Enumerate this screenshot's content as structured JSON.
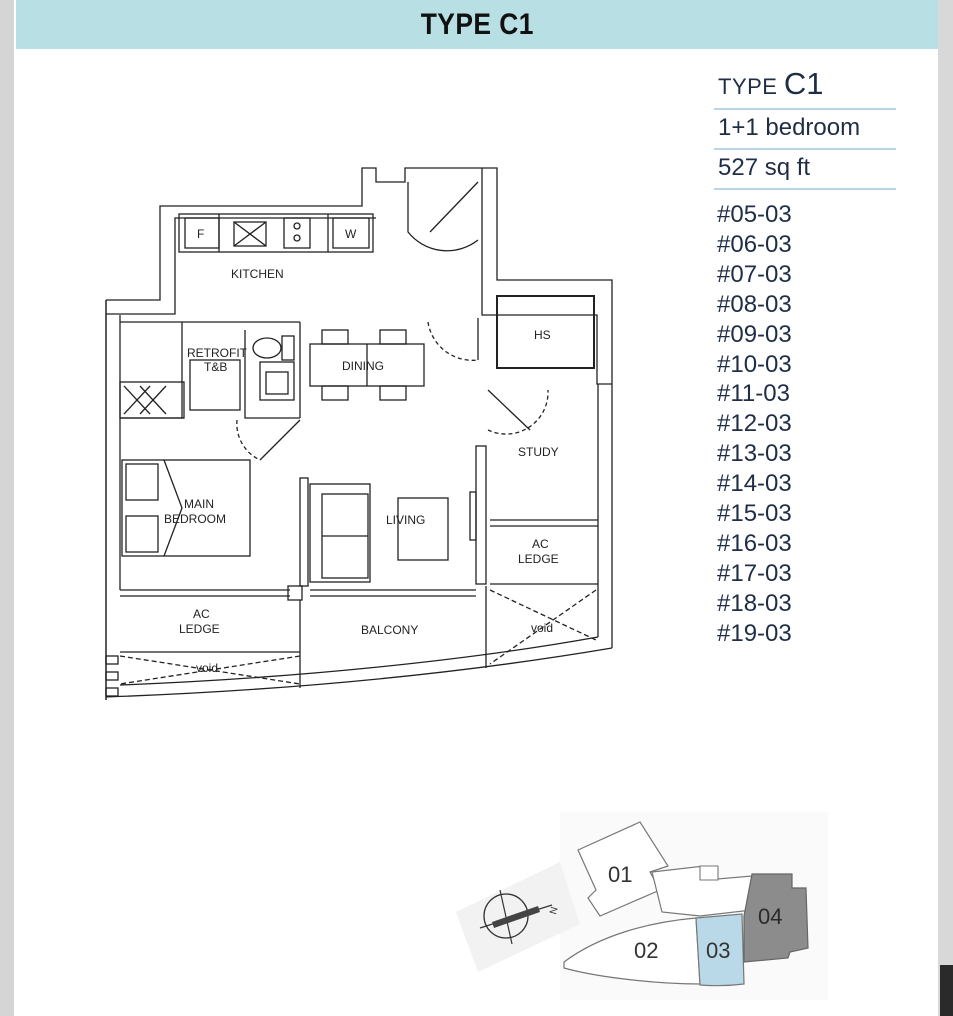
{
  "header": {
    "title": "TYPE C1"
  },
  "info": {
    "type_prefix": "TYPE",
    "type_code": "C1",
    "bedrooms": "1+1 bedroom",
    "area": "527 sq ft",
    "units": [
      "#05-03",
      "#06-03",
      "#07-03",
      "#08-03",
      "#09-03",
      "#10-03",
      "#11-03",
      "#12-03",
      "#13-03",
      "#14-03",
      "#15-03",
      "#16-03",
      "#17-03",
      "#18-03",
      "#19-03"
    ]
  },
  "floorplan": {
    "rooms": {
      "kitchen": "KITCHEN",
      "fridge": "F",
      "washer": "W",
      "hs": "HS",
      "retrofit_1": "RETROFIT",
      "retrofit_2": "T&B",
      "dining": "DINING",
      "study": "STUDY",
      "main_bedroom_1": "MAIN",
      "main_bedroom_2": "BEDROOM",
      "living": "LIVING",
      "ac_ledge_right_1": "AC",
      "ac_ledge_right_2": "LEDGE",
      "ac_ledge_left_1": "AC",
      "ac_ledge_left_2": "LEDGE",
      "balcony": "BALCONY",
      "void_left": "void",
      "void_right": "void"
    }
  },
  "keyplan": {
    "blocks": [
      "01",
      "02",
      "03",
      "04"
    ],
    "highlight_color": "#b9d9e8",
    "block04_color": "#8c8c8c",
    "north_label": "N"
  }
}
